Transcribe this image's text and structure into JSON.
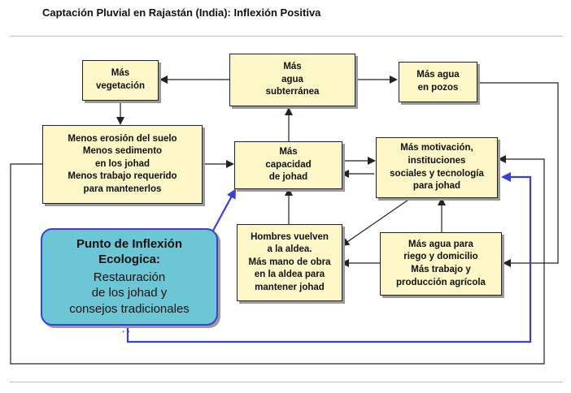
{
  "title": "Captación Pluvial en Rajastán (India): Inflexión Positiva",
  "boxes": {
    "vegetation": "Más\nvegetación",
    "groundwater": "Más\nagua\nsubterránea",
    "wells": "Más agua\nen pozos",
    "erosion": "Menos erosión del suelo\nMenos sedimento\nen los johad\nMenos trabajo requerido\npara mantenerlos",
    "johad_capacity": "Más\ncapacidad\nde johad",
    "motivation": "Más motivación,\ninstituciones\nsociales y tecnología\npara johad",
    "men_return": "Hombres vuelven\na la aldea.\nMás mano de obra\nen la aldea para\nmantener johad",
    "irrigation": "Más agua para\nriego y domicilio\nMás trabajo y\nproducción agrícola"
  },
  "tipping_point": {
    "heading": "Punto de Inflexión\nEcologica:",
    "body": "Restauración\nde los johad y\nconsejos tradicionales"
  },
  "footnote_dots": ". ."
}
